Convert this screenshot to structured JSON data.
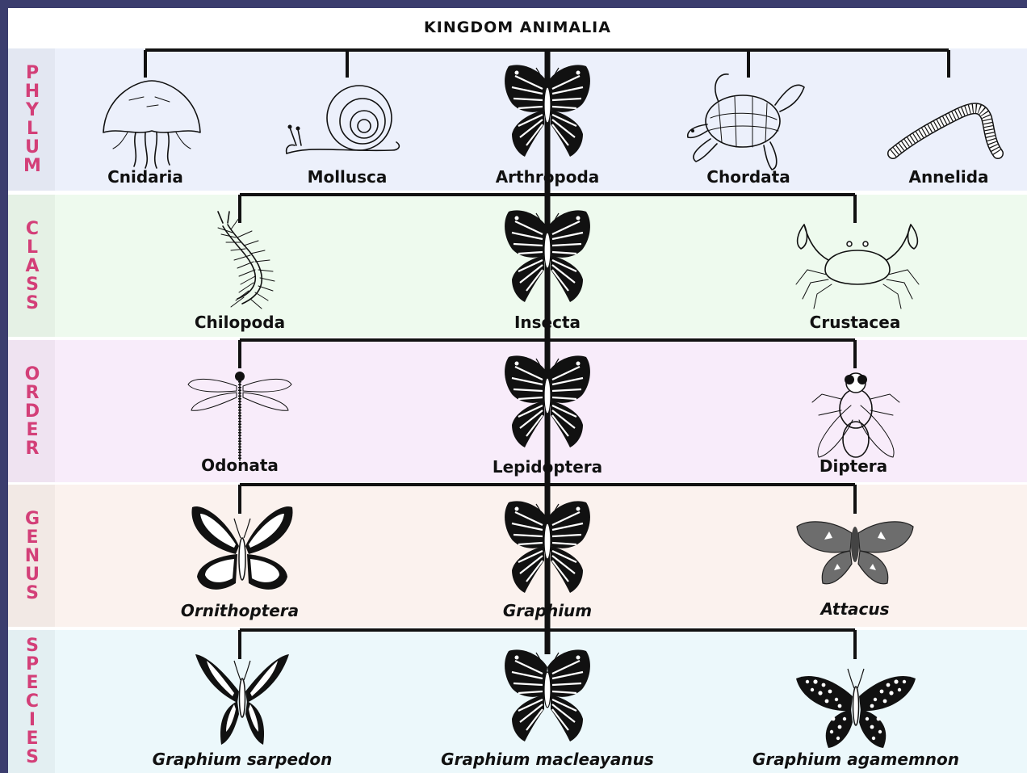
{
  "title": "KINGDOM ANIMALIA",
  "colors": {
    "outer_background": "#3b3d6e",
    "label_text": "#d33f78",
    "phylum_band": "#ecf0fb",
    "class_band": "#eefaee",
    "order_band": "#f8ecfa",
    "genus_band": "#fbf2ee",
    "species_band": "#ecf8fb",
    "label_column_tint": "#00000008"
  },
  "ranks": [
    {
      "name": "PHYLUM",
      "taxa": [
        {
          "label": "Cnidaria",
          "icon": "jellyfish-icon"
        },
        {
          "label": "Mollusca",
          "icon": "snail-icon"
        },
        {
          "label": "Arthropoda",
          "icon": "butterfly-icon"
        },
        {
          "label": "Chordata",
          "icon": "turtle-icon"
        },
        {
          "label": "Annelida",
          "icon": "worm-icon"
        }
      ]
    },
    {
      "name": "CLASS",
      "taxa": [
        {
          "label": "Chilopoda",
          "icon": "centipede-icon"
        },
        {
          "label": "Insecta",
          "icon": "butterfly-icon"
        },
        {
          "label": "Crustacea",
          "icon": "crab-icon"
        }
      ]
    },
    {
      "name": "ORDER",
      "taxa": [
        {
          "label": "Odonata",
          "icon": "dragonfly-icon"
        },
        {
          "label": "Lepidoptera",
          "icon": "butterfly-icon"
        },
        {
          "label": "Diptera",
          "icon": "fly-icon"
        }
      ]
    },
    {
      "name": "GENUS",
      "taxa": [
        {
          "label": "Ornithoptera",
          "icon": "birdwing-butterfly-icon"
        },
        {
          "label": "Graphium",
          "icon": "butterfly-icon"
        },
        {
          "label": "Attacus",
          "icon": "atlas-moth-icon"
        }
      ]
    },
    {
      "name": "SPECIES",
      "taxa": [
        {
          "label": "Graphium sarpedon",
          "icon": "sarpedon-butterfly-icon"
        },
        {
          "label": "Graphium macleayanus",
          "icon": "butterfly-icon"
        },
        {
          "label": "Graphium agamemnon",
          "icon": "agamemnon-butterfly-icon"
        }
      ]
    }
  ]
}
